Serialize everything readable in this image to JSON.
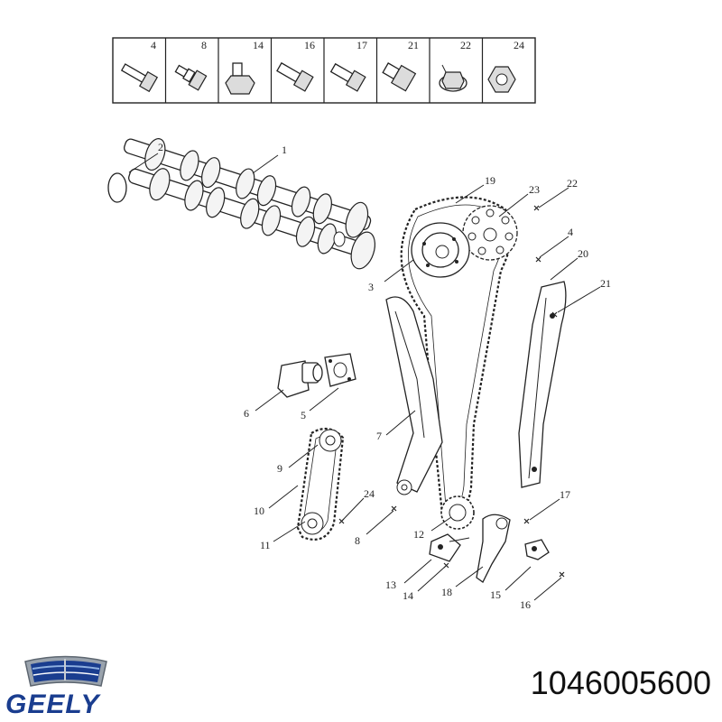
{
  "fastener_table": {
    "headers": [
      "4",
      "8",
      "14",
      "16",
      "17",
      "21",
      "22",
      "24"
    ]
  },
  "callouts": {
    "c1": "1",
    "c2": "2",
    "c3": "3",
    "c4": "4",
    "c5": "5",
    "c6": "6",
    "c7": "7",
    "c8": "8",
    "c9": "9",
    "c10": "10",
    "c11": "11",
    "c12": "12",
    "c13": "13",
    "c14": "14",
    "c15": "15",
    "c16": "16",
    "c17": "17",
    "c18": "18",
    "c19": "19",
    "c20": "20",
    "c21": "21",
    "c22": "22",
    "c23": "23",
    "c24": "24"
  },
  "brand": {
    "name": "GEELY",
    "primary_color": "#1a3d8f"
  },
  "part_number": "1046005600"
}
